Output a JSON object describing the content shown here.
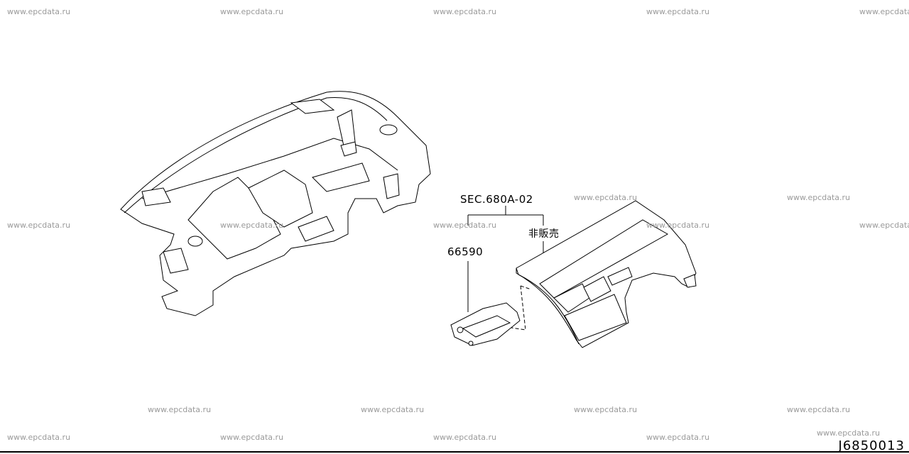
{
  "watermarks": {
    "text": "www.epcdata.ru"
  },
  "callouts": {
    "section_ref": "SEC.680A-02",
    "part_number": "66590",
    "not_for_sale": "非販売"
  },
  "diagram_id": "J6850013"
}
